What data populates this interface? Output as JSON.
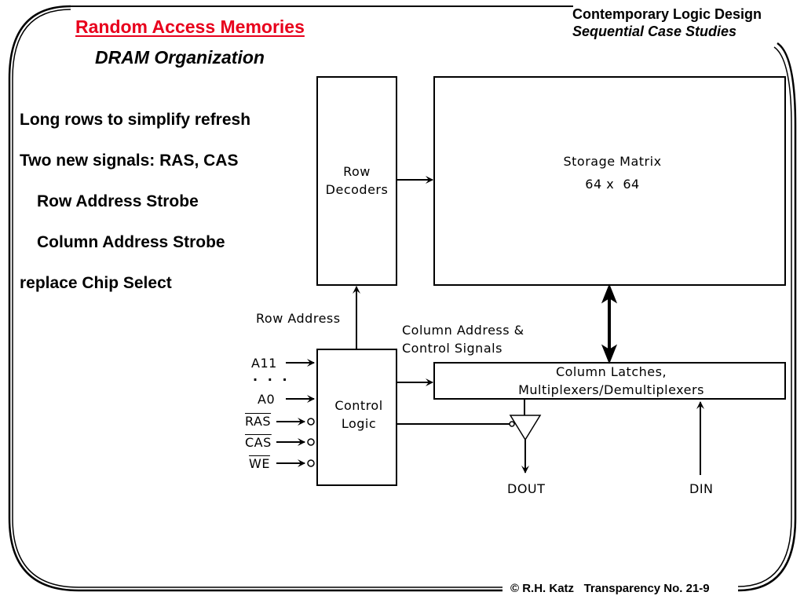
{
  "header": {
    "title": "Random Access Memories",
    "subtitle": "DRAM Organization",
    "course_title": "Contemporary Logic Design",
    "course_subtitle": "Sequential Case Studies"
  },
  "bullets": [
    "Long rows to simplify refresh",
    "Two new signals: RAS, CAS",
    "Row Address Strobe",
    "Column Address Strobe",
    "replace Chip Select"
  ],
  "diagram": {
    "row_decoders": [
      "Row",
      "Decoders"
    ],
    "storage_matrix": [
      "Storage Matrix",
      "64 x  64"
    ],
    "control_logic": [
      "Control",
      "Logic"
    ],
    "column_latches": [
      "Column Latches,",
      "Multiplexers/Demultiplexers"
    ],
    "row_address_label": "Row Address",
    "column_address_label": [
      "Column Address &",
      "Control Signals"
    ],
    "inputs": {
      "a11": "A11",
      "dots": "·  ·  ·",
      "a0": "A0",
      "ras": "RAS",
      "cas": "CAS",
      "we": "WE"
    },
    "dout": "DOUT",
    "din": "DIN"
  },
  "footer": {
    "copyright": "© R.H. Katz",
    "transparency": "Transparency No. 21-9"
  },
  "colors": {
    "title": "#e8001c",
    "text": "#000000",
    "background": "#ffffff"
  }
}
